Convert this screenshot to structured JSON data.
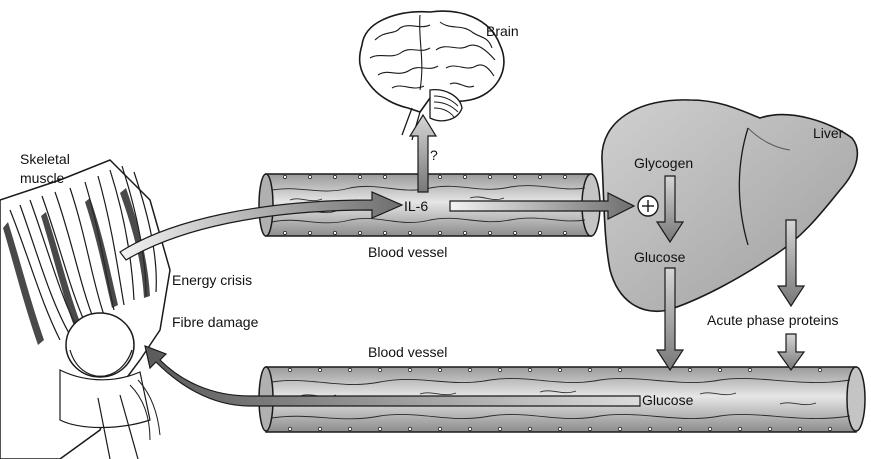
{
  "labels": {
    "brain": "Brain",
    "question": "?",
    "liver": "Liver",
    "skeletal_line1": "Skeletal",
    "skeletal_line2": "muscle",
    "glycogen": "Glycogen",
    "il6": "IL-6",
    "plus": "+",
    "glucose_liver": "Glucose",
    "blood_vessel_upper": "Blood vessel",
    "energy_crisis": "Energy crisis",
    "fibre_damage": "Fibre damage",
    "acute_phase_proteins": "Acute phase proteins",
    "blood_vessel_lower": "Blood vessel",
    "glucose_vessel": "Glucose"
  },
  "colors": {
    "organ_fill": "#b8b8b8",
    "organ_stroke": "#1a1a1a",
    "vessel_fill": "#c9c9c9",
    "arrow_fill": "#8a8a8a",
    "arrow_stroke": "#1a1a1a"
  }
}
